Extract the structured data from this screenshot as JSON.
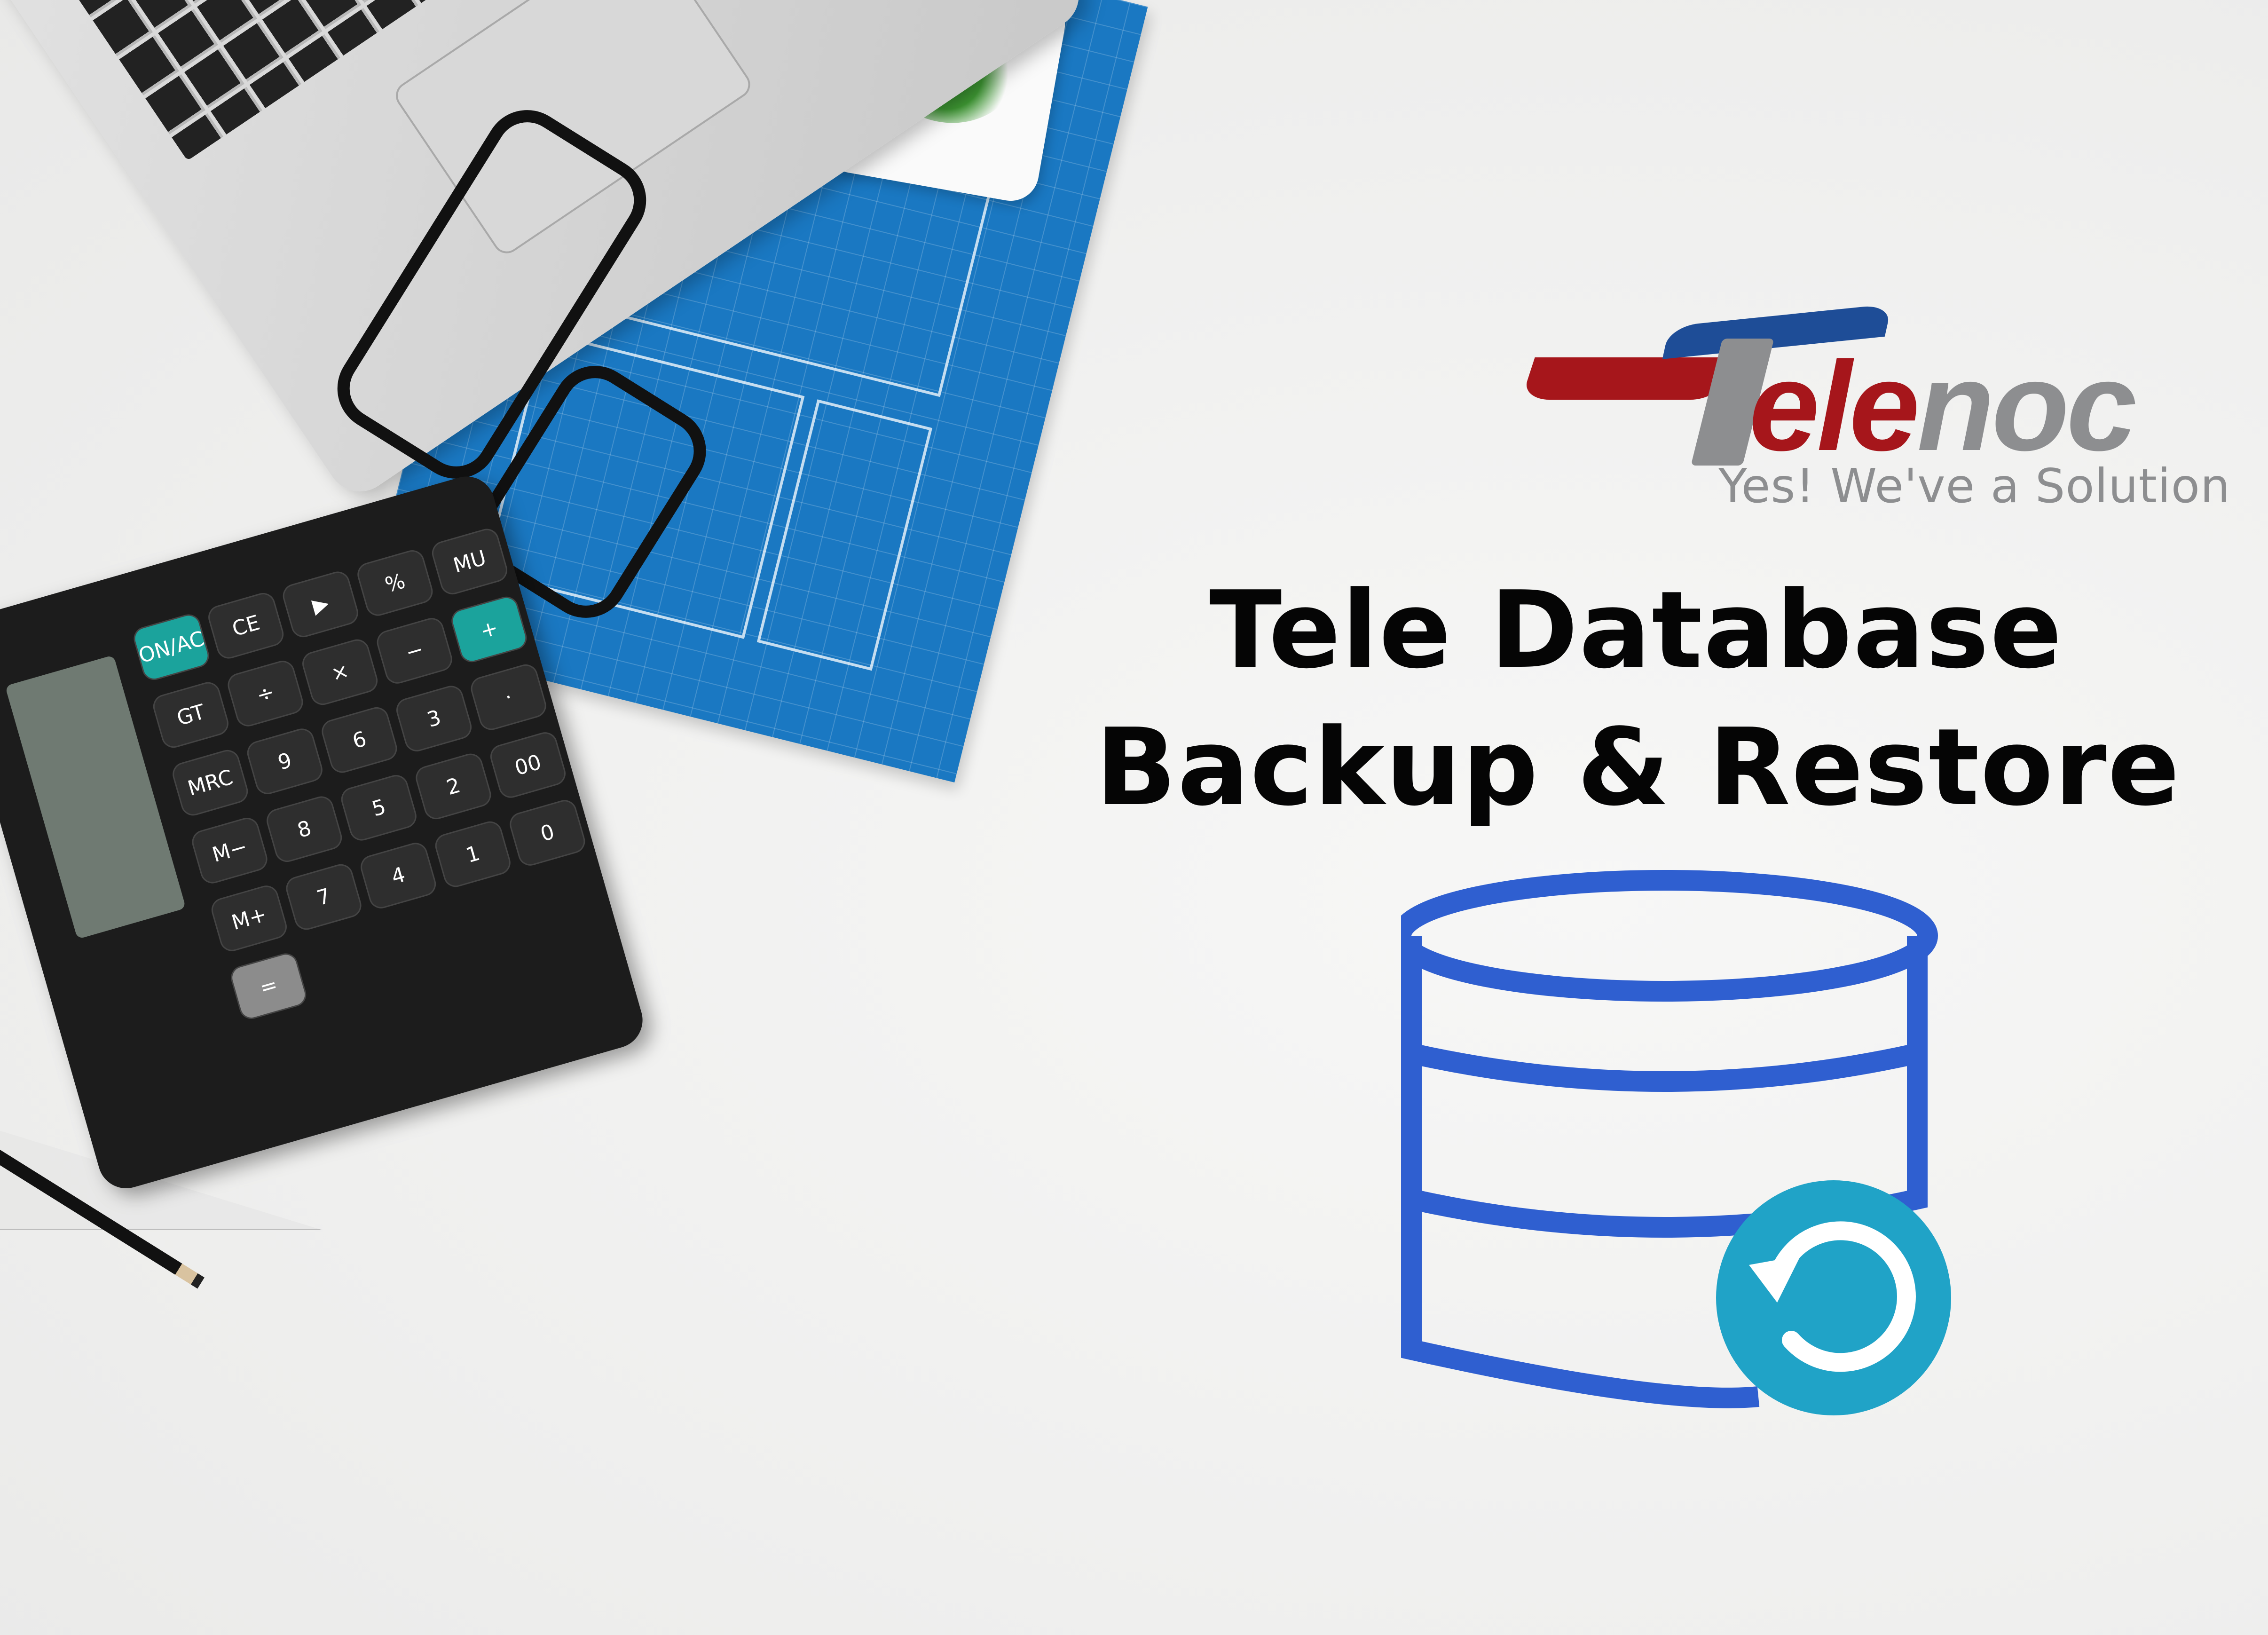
{
  "logo": {
    "mark": "T",
    "word_red": "ele",
    "word_grey": "noc",
    "tagline": "Yes! We've a Solution",
    "colors": {
      "red": "#a6161b",
      "blue": "#1e4d97",
      "grey": "#8d8e90"
    }
  },
  "title": {
    "line1": "Tele Database",
    "line2": "Backup & Restore"
  },
  "icon": {
    "name": "database-restore-icon",
    "colors": {
      "cylinder": "#2f5fd0",
      "badge": "#20a3c7"
    }
  },
  "calculator": {
    "keys": [
      "ON/AC",
      "CE",
      "▶",
      "%",
      "MU",
      "GT",
      "÷",
      "×",
      "−",
      "+",
      "MRC",
      "9",
      "6",
      "3",
      "·",
      "M−",
      "8",
      "5",
      "2",
      "00",
      "M+",
      "7",
      "4",
      "1",
      "0",
      "="
    ]
  },
  "background": "#efefee"
}
